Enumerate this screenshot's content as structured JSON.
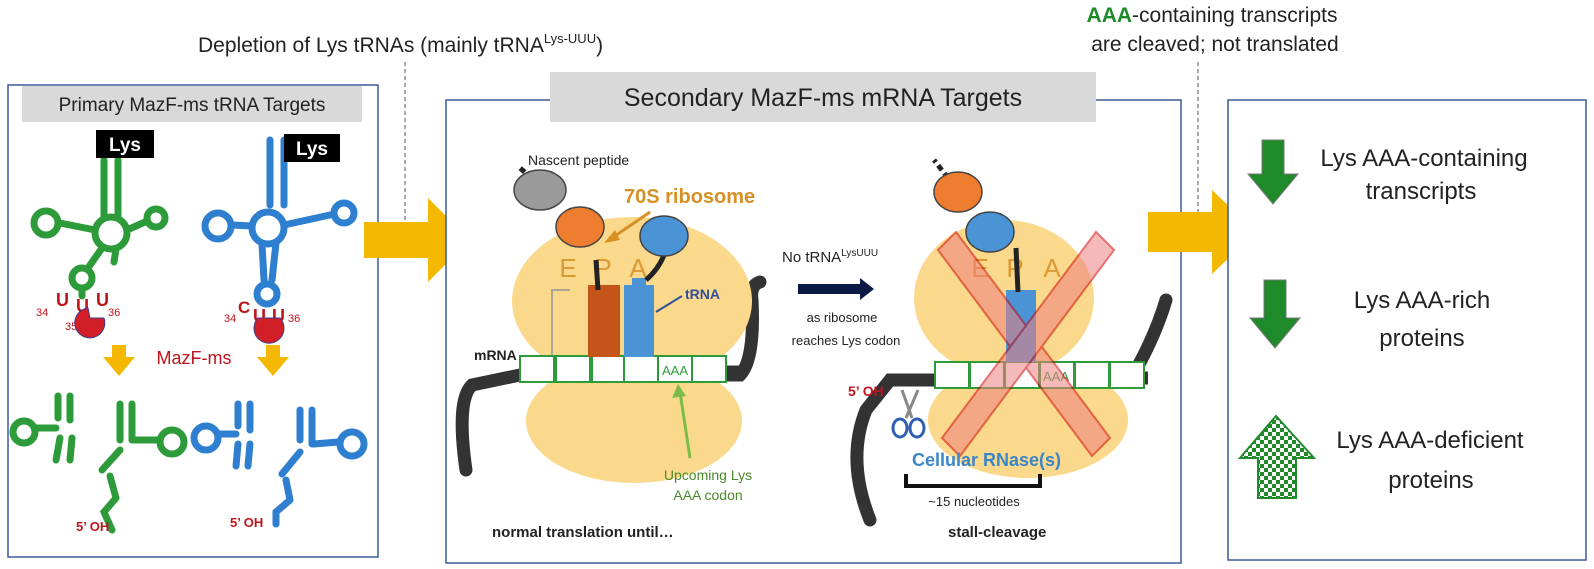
{
  "top_left": {
    "text": "Depletion of Lys tRNAs (mainly tRNA",
    "sup": "Lys-UUU",
    "close": ")"
  },
  "top_right": {
    "line1_highlight": "AAA",
    "line1_rest": "-containing transcripts",
    "line2": "are cleaved; not translated"
  },
  "panel1": {
    "title": "Primary MazF-ms tRNA Targets",
    "lys_label_1": "Lys",
    "lys_label_2": "Lys",
    "green_bases": [
      "U",
      "U",
      "U"
    ],
    "green_positions": [
      "34",
      "35",
      "36"
    ],
    "blue_bases": [
      "C",
      "U",
      "U"
    ],
    "blue_positions": [
      "34",
      "36"
    ],
    "enzyme": "MazF-ms",
    "oh_1": "5’ OH",
    "oh_2": "5’ OH"
  },
  "panel2": {
    "title": "Secondary MazF-ms mRNA Targets",
    "nascent": "Nascent peptide",
    "ribosome": "70S ribosome",
    "site_e": "E",
    "site_p": "P",
    "site_a": "A",
    "site_e2": "E",
    "site_p2": "P",
    "site_a2": "A",
    "trna": "tRNA",
    "mrna": "mRNA",
    "codon": "AAA",
    "codon2": "AAA",
    "upcoming_1": "Upcoming Lys",
    "upcoming_2": "AAA codon",
    "no_trna": "No tRNA",
    "no_trna_sup": "LysUUU",
    "reaches_1": "as ribosome",
    "reaches_2": "reaches Lys codon",
    "oh": "5’ OH",
    "rnase": "Cellular RNase(s)",
    "nucleotides": "~15 nucleotides",
    "left_caption": "normal translation until…",
    "right_caption": "stall-cleavage"
  },
  "panel3": {
    "item1_line1": "Lys AAA-containing",
    "item1_line2": "transcripts",
    "item2_line1": "Lys AAA-rich",
    "item2_line2": "proteins",
    "item3_line1": "Lys AAA-deficient",
    "item3_line2": "proteins"
  },
  "colors": {
    "green_trna": "#2e9b3a",
    "blue_trna": "#2f7fd0",
    "red_label": "#c0141c",
    "orange_arrow": "#f5b800",
    "ribosome": "#fbd98c",
    "orange_text": "#d69024",
    "panel_border": "#3a5a9c",
    "title_bg": "#d9d9d9",
    "accent_green": "#1e8a2a",
    "rnase_blue": "#3a86c8"
  }
}
